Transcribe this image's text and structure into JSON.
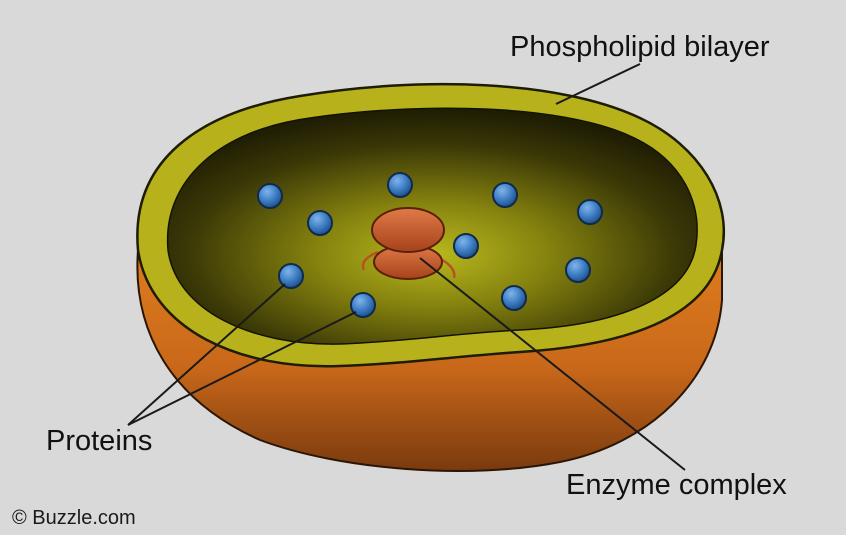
{
  "labels": {
    "phospholipid_bilayer": "Phospholipid bilayer",
    "proteins": "Proteins",
    "enzyme_complex": "Enzyme complex"
  },
  "credit": "© Buzzle.com",
  "colors": {
    "background": "#d9d9d9",
    "membrane_rim": "#b7b21c",
    "outer_shell": "#d0701a",
    "interior": "#2a2a06",
    "protein": "#3f7ec4",
    "enzyme": "#c8541e",
    "leader_line": "#1a1a1a"
  }
}
